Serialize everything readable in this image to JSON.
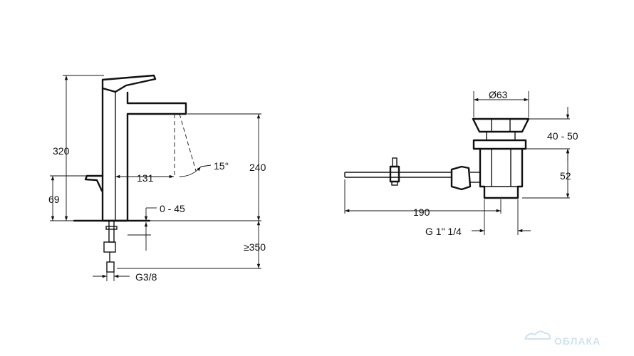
{
  "faucet": {
    "dim_total_height": "320",
    "dim_lever_height": "69",
    "dim_spout_reach": "131",
    "dim_spout_angle": "15°",
    "dim_spout_height": "240",
    "dim_deck_thickness": "0 - 45",
    "dim_hose_length": "≥350",
    "dim_connection": "G3/8"
  },
  "waste_valve": {
    "dim_diameter": "Ø63",
    "dim_adjust": "40 - 50",
    "dim_height": "52",
    "dim_rod_length": "190",
    "dim_thread": "G 1\" 1/4"
  },
  "watermark": {
    "text": "ОБЛАКА"
  }
}
